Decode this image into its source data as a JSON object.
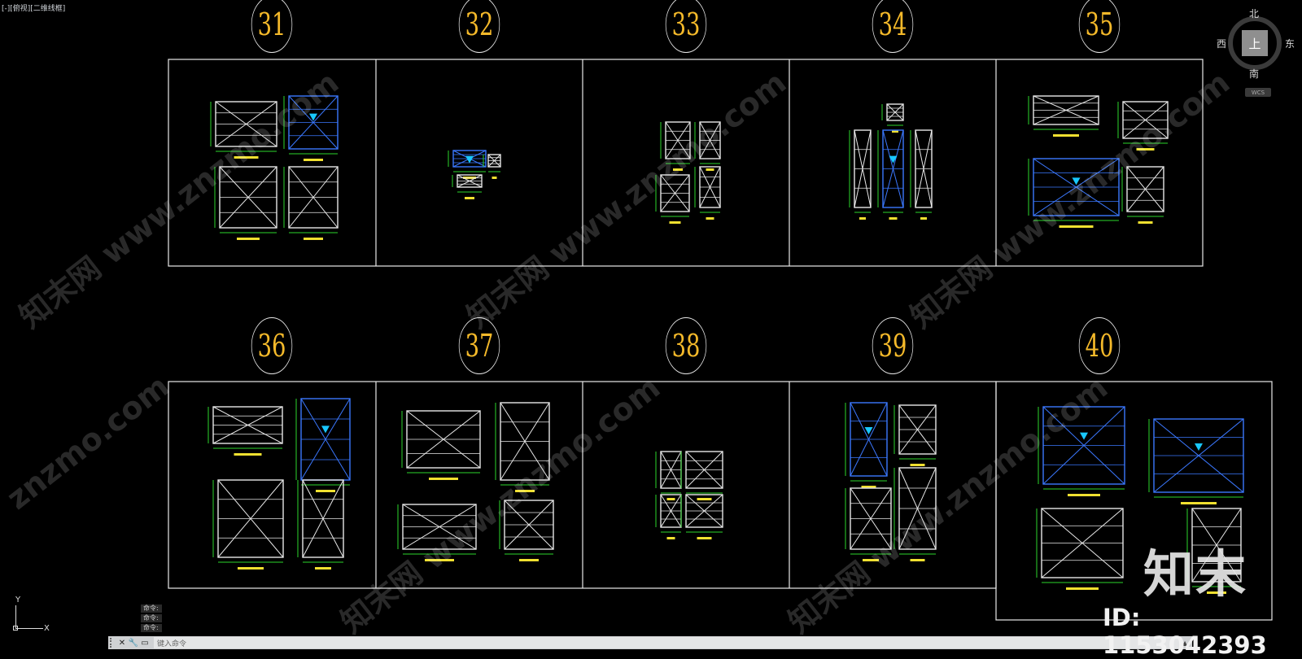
{
  "viewport_label": "[-][俯视][二维线框]",
  "panel_labels": [
    "31",
    "32",
    "33",
    "34",
    "35",
    "36",
    "37",
    "38",
    "39",
    "40"
  ],
  "viewcube": {
    "top_face": "上",
    "north": "北",
    "south": "南",
    "west": "西",
    "east": "东",
    "wcs_label": "WCS"
  },
  "ucs": {
    "y_label": "Y",
    "x_label": "X"
  },
  "command_history": [
    "命令:",
    "命令:",
    "命令:"
  ],
  "command_line": {
    "placeholder": "键入命令",
    "close_icon": "close-icon",
    "wrench_icon": "wrench-icon"
  },
  "watermark": {
    "logo": "知末",
    "id_text": "ID: 1153042393",
    "site": "znzmo.com",
    "site_full": "知末网 www.znzmo.com"
  },
  "colors": {
    "background": "#000000",
    "label_number": "#f4b92a",
    "linework": "#e8e8e8",
    "blue_equipment": "#3b78ff",
    "dimension_green": "#2bd62b",
    "text_yellow": "#f0e030",
    "cyan_marker": "#19c8ff"
  }
}
